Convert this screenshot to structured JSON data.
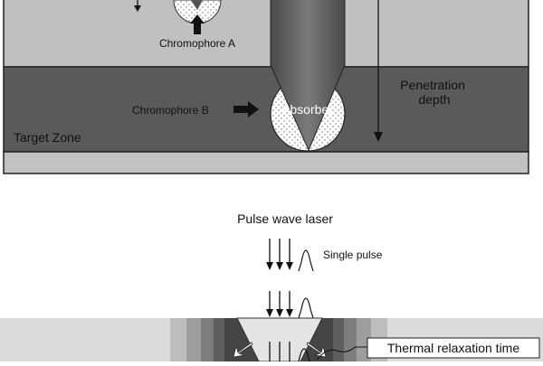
{
  "diagram": {
    "top": {
      "chromophore_a": "Chromophore A",
      "chromophore_b": "Chromophore B",
      "absorbed": "Absorbed",
      "penetration_line1": "Penetration",
      "penetration_line2": "depth",
      "target_zone": "Target Zone"
    },
    "bottom": {
      "pulse_title": "Pulse wave laser",
      "single_pulse": "Single pulse",
      "thermal_relaxation": "Thermal relaxation time"
    }
  }
}
